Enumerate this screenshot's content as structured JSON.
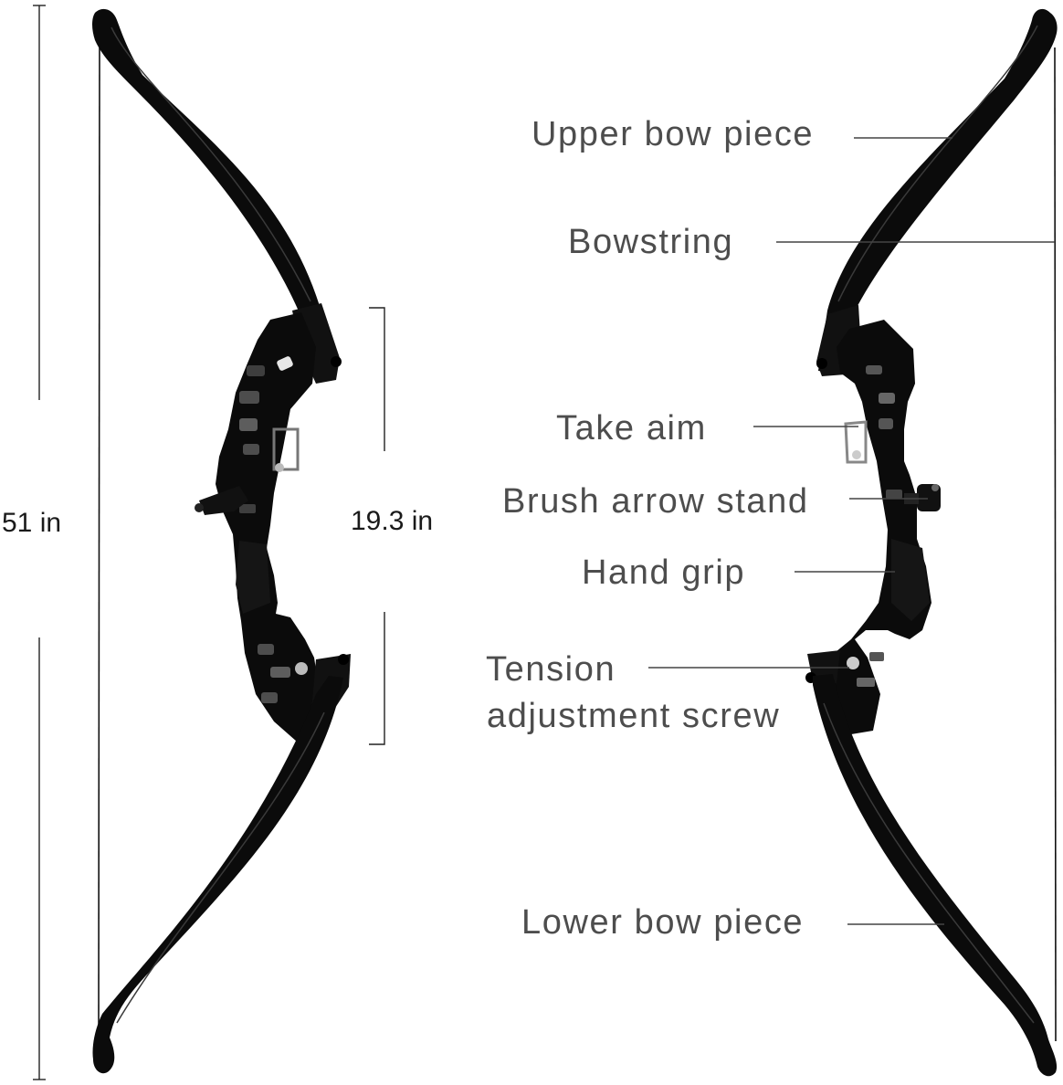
{
  "dimensions": {
    "total_height": "51 in",
    "riser_height": "19.3 in"
  },
  "callouts": {
    "upper_bow_piece": "Upper bow piece",
    "bowstring": "Bowstring",
    "take_aim": "Take aim",
    "brush_arrow_stand": "Brush arrow stand",
    "hand_grip": "Hand grip",
    "tension_line1": "Tension",
    "tension_line2": "adjustment screw",
    "lower_bow_piece": "Lower bow piece"
  },
  "colors": {
    "bow": "#0b0b0b",
    "label_text": "#4d4d4d",
    "leader_line": "#444444",
    "dimension_line": "#222222"
  }
}
